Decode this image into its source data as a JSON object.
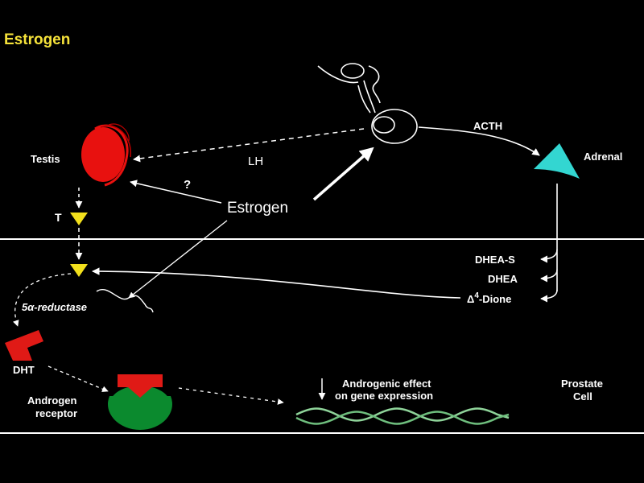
{
  "title": "Estrogen",
  "labels": {
    "testis": "Testis",
    "adrenal": "Adrenal",
    "acth": "ACTH",
    "lh": "LH",
    "question": "?",
    "estrogen_center": "Estrogen",
    "t": "T",
    "dhea_s": "DHEA-S",
    "dhea": "DHEA",
    "delta": "Δ",
    "dione_sup": "4",
    "dione": "-Dione",
    "five_alpha": "5α-reductase",
    "dht": "DHT",
    "androgen_receptor_line1": "Androgen",
    "androgen_receptor_line2": "receptor",
    "androgenic_effect_line1": "Androgenic effect",
    "androgenic_effect_line2": "on gene expression",
    "prostate_line1": "Prostate",
    "prostate_line2": "Cell"
  },
  "colors": {
    "background": "#000000",
    "title": "#f5e23a",
    "testis": "#e8110f",
    "adrenal": "#33d6d1",
    "triangle": "#f2e01c",
    "dht": "#e01a16",
    "receptor": "#0b8a2e",
    "receptor_ligand": "#e01a16",
    "dna": "#8fd49a"
  },
  "icons": [
    "pituitary-icon",
    "testis-icon",
    "adrenal-icon",
    "testosterone-triangle-icon",
    "dht-molecule-icon",
    "androgen-receptor-icon",
    "dna-helix-icon"
  ]
}
